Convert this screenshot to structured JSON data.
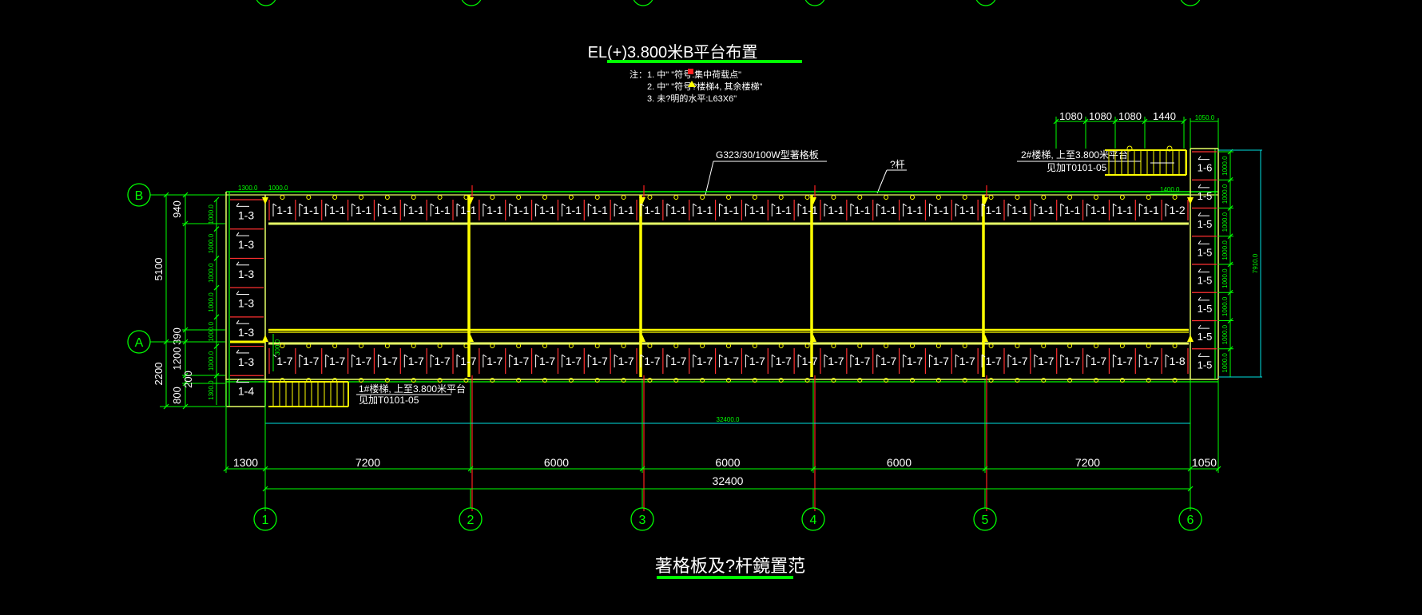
{
  "colors": {
    "background": "#000000",
    "dimension": "#00ff00",
    "beam": "#ffff00",
    "beam_light": "#e6ff66",
    "grid_line": "#ff2020",
    "panel_border": "#ff3030",
    "text": "#ffffff",
    "axis_circle": "#00ff00",
    "stair": "#ffff00",
    "frame_cyan": "#00e0e0"
  },
  "drawing": {
    "title": "EL(+)3.800米B平台布置",
    "bottom_title": "著格板及?杆鏡置范",
    "notes": [
      "注：1. 中\" \"符号:集中荷载点\"",
      "2. 中\" \"符号?楼梯4, 其余楼梯\"",
      "3. 未?明的水平:L63X6\""
    ],
    "labels": {
      "grating": "G323/30/100W型著格板",
      "railing": "?杆",
      "stair2_line1": "2#楼梯, 上至3.800米平台",
      "stair2_line2": "见加T0101-05",
      "stair1_line1": "1#楼梯, 上至3.800米平台",
      "stair1_line2": "见加T0101-05"
    },
    "axes_bottom": [
      "1",
      "2",
      "3",
      "4",
      "5",
      "6"
    ],
    "axes_left": [
      "B",
      "A"
    ],
    "dims_bottom": [
      "1300",
      "7200",
      "6000",
      "6000",
      "6000",
      "7200",
      "1050"
    ],
    "dim_total": "32400",
    "dim_total_small": "32400.0",
    "dims_top": [
      "1080",
      "1080",
      "1080",
      "1440"
    ],
    "dim_top_right": "1050.0",
    "dim_small_top_left": [
      "1300.0",
      "1000.0"
    ],
    "dim_small_right_inner": "1400.0",
    "dims_left_outer": [
      "940",
      "5100",
      "390",
      "1200",
      "200",
      "2200",
      "800"
    ],
    "dims_left_inner": [
      "1000.0",
      "1000.0",
      "1000.0",
      "1000.0",
      "1000.0",
      "1000.0",
      "1300.0"
    ],
    "dims_right_inner": [
      "1000.0",
      "1000.0",
      "1000.0",
      "1000.0",
      "1000.0",
      "1000.0",
      "1000.0",
      "1000.0"
    ],
    "dim_right_total": "7910.0",
    "dim_left_small": "300.0",
    "left_panels": [
      "1-3",
      "1-3",
      "1-3",
      "1-3",
      "1-3",
      "1-3",
      "1-4"
    ],
    "right_panels": [
      "1-6",
      "1-5",
      "1-5",
      "1-5",
      "1-5",
      "1-5",
      "1-5",
      "1-5"
    ],
    "top_row_panels": [
      "1-1",
      "1-1",
      "1-1",
      "1-1",
      "1-1",
      "1-1",
      "1-1",
      "1-1",
      "1-1",
      "1-1",
      "1-1",
      "1-1",
      "1-1",
      "1-1",
      "1-1",
      "1-1",
      "1-1",
      "1-1",
      "1-1",
      "1-1",
      "1-1",
      "1-1",
      "1-1",
      "1-1",
      "1-1",
      "1-1",
      "1-1",
      "1-1",
      "1-1",
      "1-1",
      "1-1",
      "1-1",
      "1-1",
      "1-1",
      "1-2"
    ],
    "bottom_row_panels": [
      "1-7",
      "1-7",
      "1-7",
      "1-7",
      "1-7",
      "1-7",
      "1-7",
      "1-7",
      "1-7",
      "1-7",
      "1-7",
      "1-7",
      "1-7",
      "1-7",
      "1-7",
      "1-7",
      "1-7",
      "1-7",
      "1-7",
      "1-7",
      "1-7",
      "1-7",
      "1-7",
      "1-7",
      "1-7",
      "1-7",
      "1-7",
      "1-7",
      "1-7",
      "1-7",
      "1-7",
      "1-7",
      "1-7",
      "1-7",
      "1-8"
    ]
  }
}
